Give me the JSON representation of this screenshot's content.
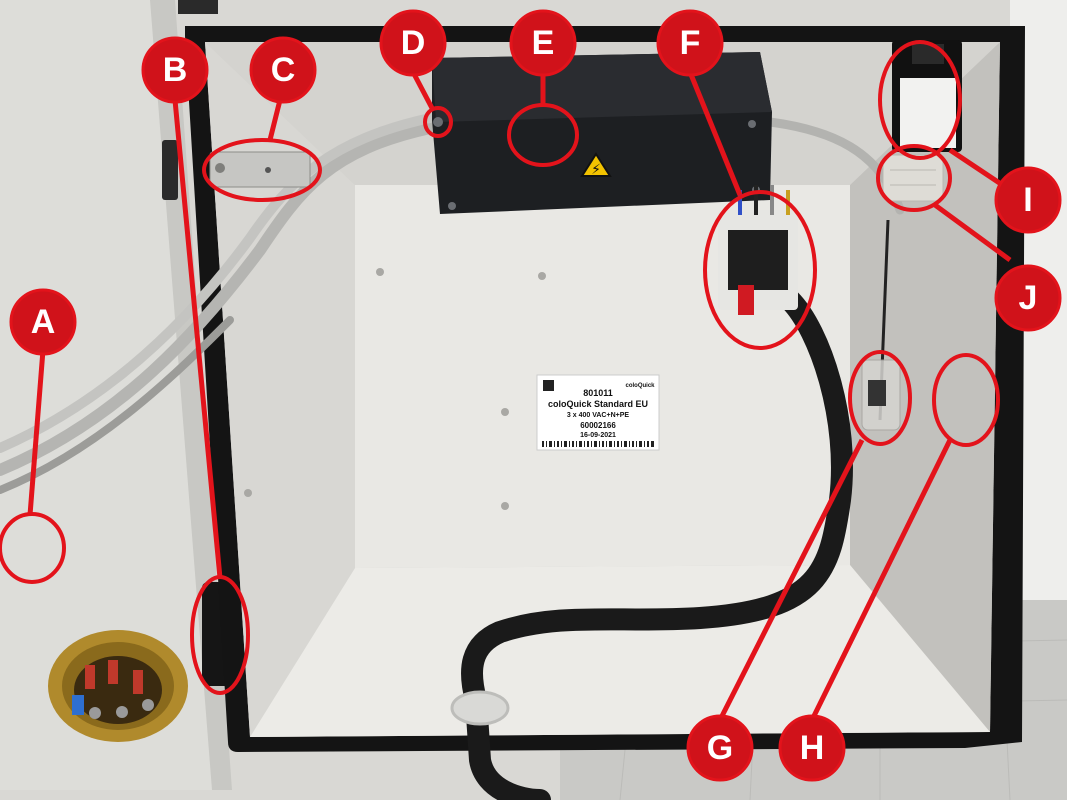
{
  "callouts": {
    "a": "A",
    "b": "B",
    "c": "C",
    "d": "D",
    "e": "E",
    "f": "F",
    "g": "G",
    "h": "H",
    "i": "I",
    "j": "J"
  },
  "product_label": {
    "brand": "coloQuick",
    "model_no": "801011",
    "name": "coloQuick Standard EU",
    "voltage": "3 x 400 VAC+N+PE",
    "serial": "60002166",
    "date": "16-09-2021"
  },
  "warning_icon": "high-voltage-warning-icon",
  "colors": {
    "callout_red": "#d0121a",
    "callout_ring": "#e3131b",
    "cabinet_interior": "#e7e6e2",
    "enclosure_frame": "#141414",
    "junction_box": "#1d1f22"
  }
}
